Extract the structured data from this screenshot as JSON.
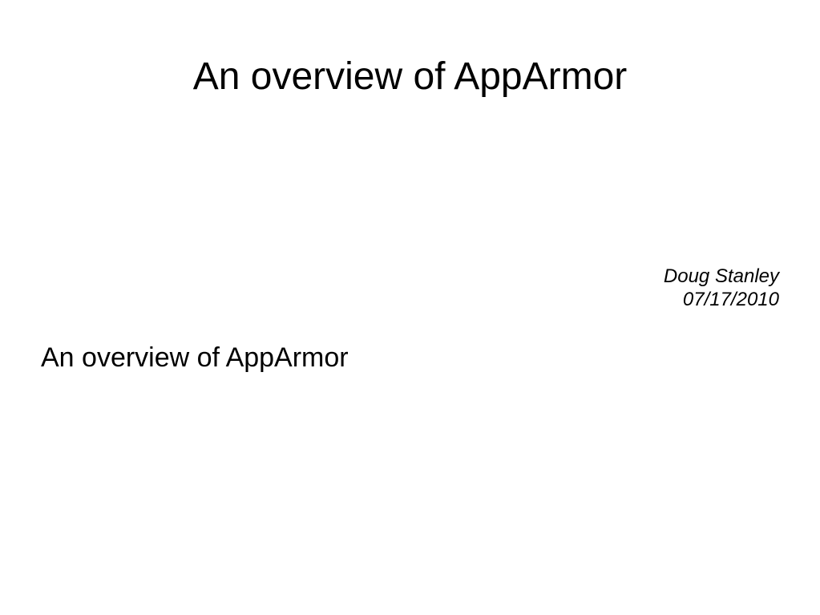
{
  "slide": {
    "title": "An overview of AppArmor",
    "author": "Doug Stanley",
    "date": "07/17/2010",
    "body_text": "An overview of AppArmor"
  },
  "colors": {
    "background": "#ffffff",
    "text": "#000000"
  }
}
